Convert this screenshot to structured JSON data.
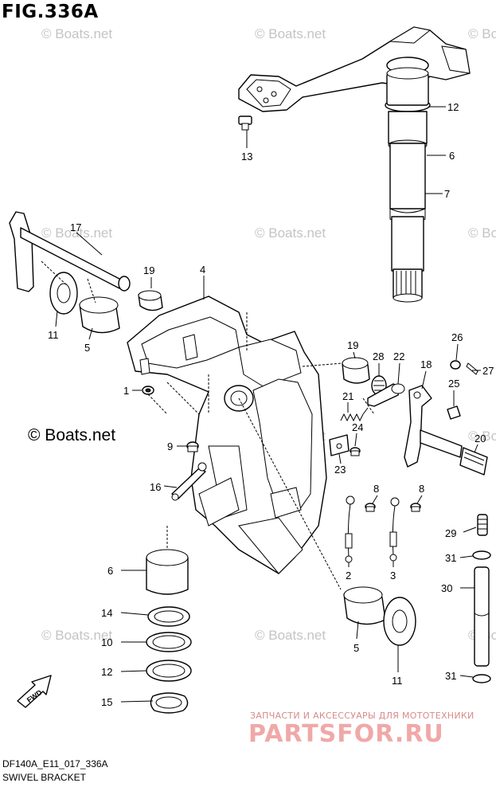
{
  "figure": {
    "title": "FIG.336A",
    "code": "DF140A_E11_017_336A",
    "name": "SWIVEL BRACKET"
  },
  "watermark": {
    "small": "© Boats.net",
    "large": "© Boats.net"
  },
  "advert": {
    "tagline": "ЗАПЧАСТИ И АКСЕССУАРЫ ДЛЯ МОТОТЕХНИКИ",
    "logo": "PARTSFOR.RU"
  },
  "callouts": {
    "c1": "1",
    "c2": "2",
    "c3": "3",
    "c4": "4",
    "c5a": "5",
    "c5b": "5",
    "c6a": "6",
    "c6b": "6",
    "c7": "7",
    "c8a": "8",
    "c8b": "8",
    "c9": "9",
    "c10": "10",
    "c11a": "11",
    "c11b": "11",
    "c12a": "12",
    "c12b": "12",
    "c13": "13",
    "c14": "14",
    "c15": "15",
    "c16": "16",
    "c17": "17",
    "c18": "18",
    "c19a": "19",
    "c19b": "19",
    "c20": "20",
    "c21": "21",
    "c22": "22",
    "c23": "23",
    "c24": "24",
    "c25": "25",
    "c26": "26",
    "c27": "27",
    "c28": "28",
    "c29": "29",
    "c30": "30",
    "c31a": "31",
    "c31b": "31"
  },
  "colors": {
    "advert_logo": "#f0a8a8",
    "watermark": "#c4c4c4"
  }
}
